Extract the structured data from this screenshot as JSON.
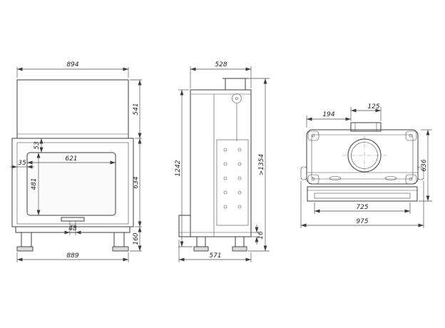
{
  "drawing": {
    "front_view": {
      "width_top": "894",
      "hood_height": "541",
      "glass_top_offset": "53",
      "glass_side_offset": "35",
      "glass_width": "621",
      "glass_height": "481",
      "firebox_height": "634",
      "latch_width": "48",
      "base_height": "160",
      "width_bottom": "889"
    },
    "side_view": {
      "depth_top": "528",
      "body_height": "1242",
      "min_total_height": ">1354",
      "base_plate_thickness": "16",
      "depth_bottom": "571"
    },
    "top_view": {
      "flue_offset": "194",
      "flue_collar_width": "125",
      "depth": "636",
      "front_frame_width": "725",
      "overall_width": "975"
    }
  }
}
